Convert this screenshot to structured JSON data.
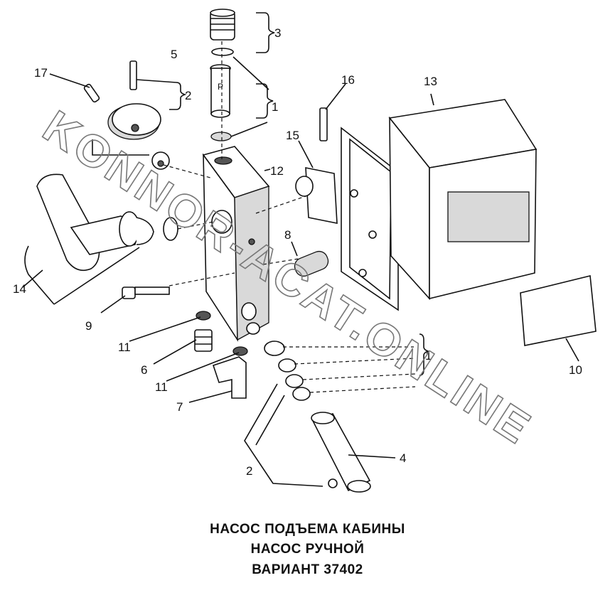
{
  "caption": {
    "line1": "НАСОС ПОДЪЕМА КАБИНЫ",
    "line2": "НАСОС РУЧНОЙ",
    "line3": "ВАРИАНТ 37402"
  },
  "watermark": "KONNOR-ACAT.ONLINE",
  "callouts": [
    "1",
    "1",
    "2",
    "2",
    "3",
    "4",
    "5",
    "6",
    "7",
    "8",
    "9",
    "10",
    "11",
    "11",
    "12",
    "13",
    "14",
    "15",
    "16",
    "17"
  ]
}
